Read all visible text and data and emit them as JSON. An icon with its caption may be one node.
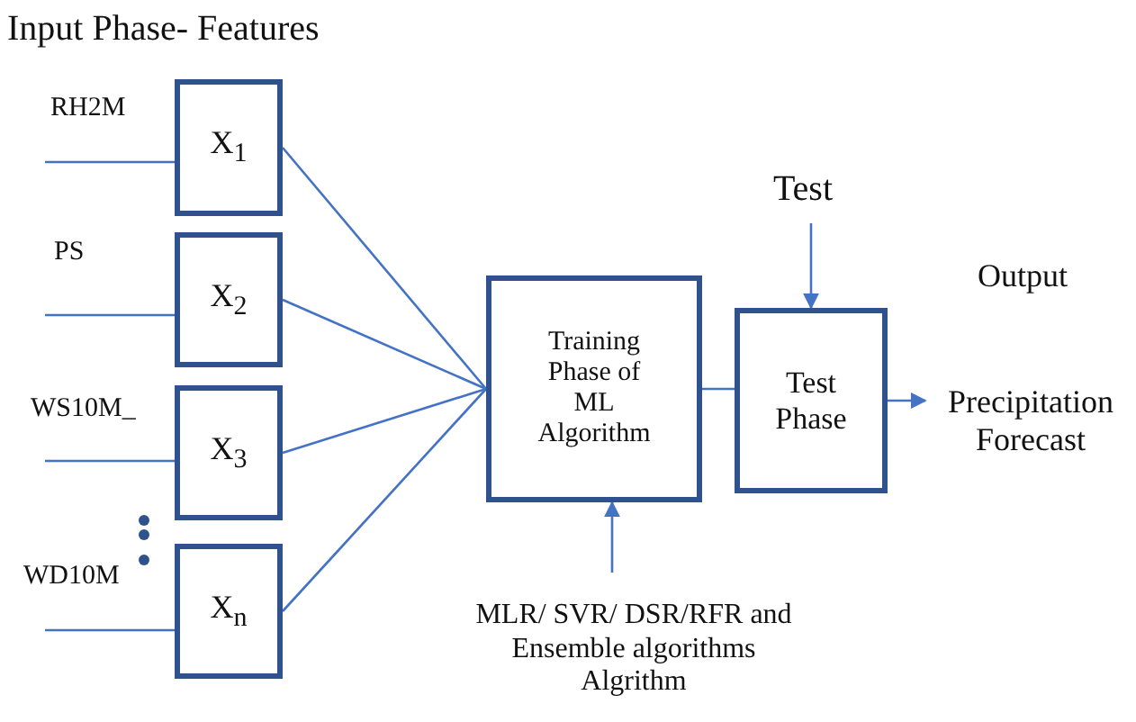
{
  "diagram": {
    "title": "Input Phase- Features",
    "nodes": [
      {
        "text": [
          "X$_{1}$"
        ]
      },
      {
        "text": [
          "X$_{2}$"
        ]
      },
      {
        "text": [
          "X$_{3}$"
        ]
      },
      {
        "text": [
          "X$_{n}$"
        ]
      },
      {
        "text": [
          "Training Phase of ML Algorithm"
        ]
      },
      {
        "text": [
          "Test Phase"
        ]
      },
      {
        "text": [
          "Test"
        ]
      },
      {
        "text": [
          "MLR/ SVR/ DSR/RFR and Ensemble algorithms Algrithm"
        ]
      },
      {
        "text": [
          "Precipitation Forecast"
        ]
      }
    ],
    "edges": [
      {
        "from": null,
        "to": 0,
        "arrow": "none"
      },
      {
        "from": null,
        "to": 1,
        "arrow": "none"
      },
      {
        "from": null,
        "to": 2,
        "arrow": "none"
      },
      {
        "from": null,
        "to": 3,
        "arrow": "none"
      },
      {
        "from": 0,
        "to": 4,
        "arrow": "none"
      },
      {
        "from": 1,
        "to": 4,
        "arrow": "none"
      },
      {
        "from": 2,
        "to": 4,
        "arrow": "none"
      },
      {
        "from": 3,
        "to": 4,
        "arrow": "none"
      },
      {
        "from": 4,
        "to": 5,
        "arrow": "none"
      },
      {
        "from": 6,
        "to": 5,
        "arrow": "to"
      },
      {
        "from": 7,
        "to": 4,
        "arrow": "to"
      },
      {
        "from": 5,
        "to": 8,
        "arrow": "to"
      }
    ],
    "labels": [
      "RH2M",
      "PS",
      "WS10M_",
      "WD10M",
      "Output"
    ]
  }
}
